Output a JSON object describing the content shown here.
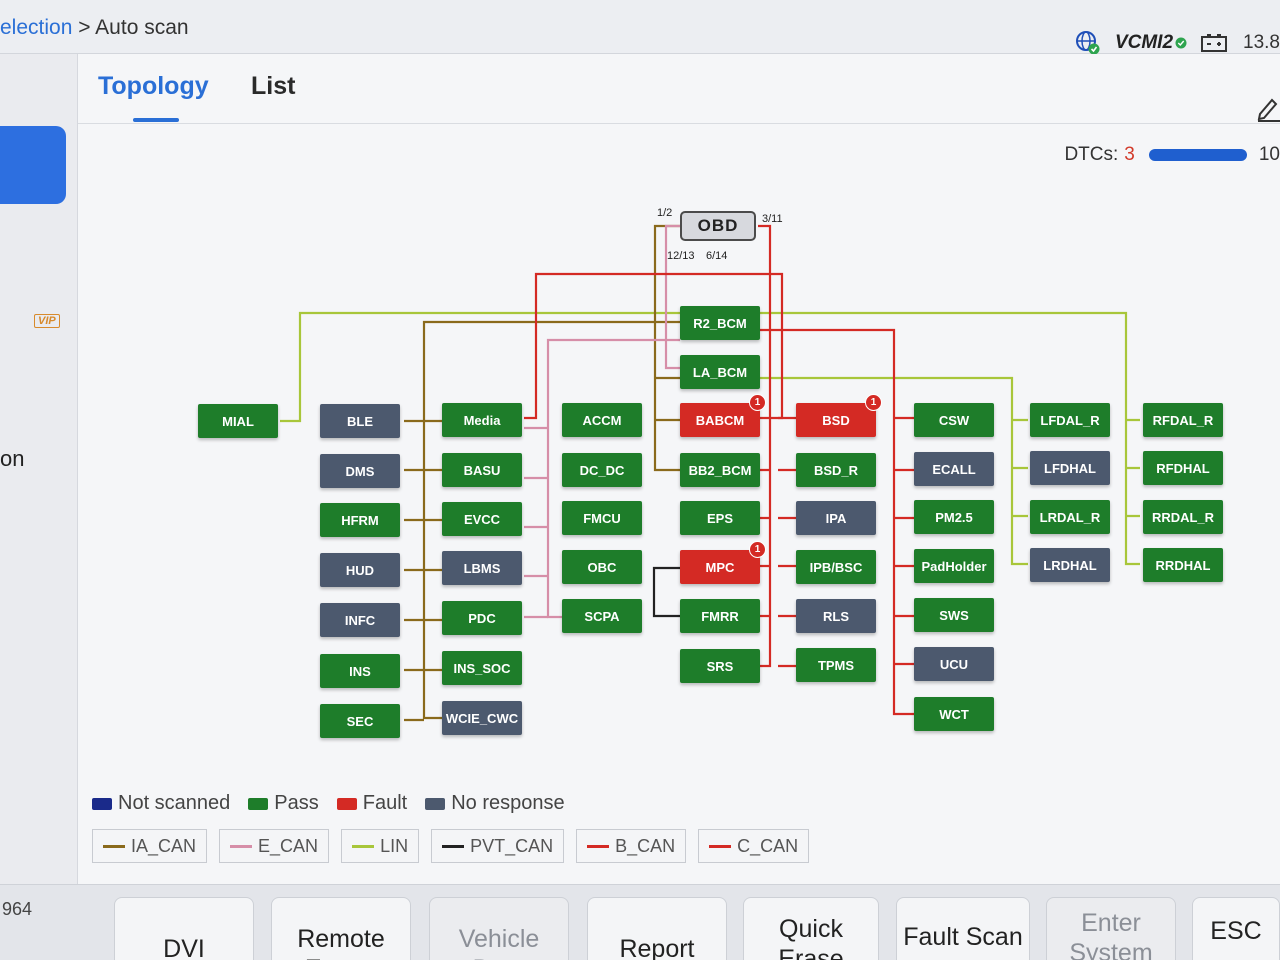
{
  "header": {
    "breadcrumb_prev": "election",
    "breadcrumb_sep": " > ",
    "breadcrumb_current": "Auto scan",
    "vcmi": "VCMI2",
    "voltage": "13.8"
  },
  "left": {
    "vip": "VIP",
    "label": "on"
  },
  "tabs": {
    "topology": "Topology",
    "list": "List"
  },
  "dtc": {
    "label": "DTCs:",
    "count": "3",
    "progress_label": "10"
  },
  "obd": {
    "label": "OBD",
    "pin_left": "1/2",
    "pin_right": "3/11",
    "pin_bottom_left": "12/13",
    "pin_bottom_right": "6/14"
  },
  "modules": [
    {
      "id": "MIAL",
      "label": "MIAL",
      "status": "pass"
    },
    {
      "id": "BLE",
      "label": "BLE",
      "status": "nores"
    },
    {
      "id": "DMS",
      "label": "DMS",
      "status": "nores"
    },
    {
      "id": "HFRM",
      "label": "HFRM",
      "status": "pass"
    },
    {
      "id": "HUD",
      "label": "HUD",
      "status": "nores"
    },
    {
      "id": "INFC",
      "label": "INFC",
      "status": "nores"
    },
    {
      "id": "INS",
      "label": "INS",
      "status": "pass"
    },
    {
      "id": "SEC",
      "label": "SEC",
      "status": "pass"
    },
    {
      "id": "Media",
      "label": "Media",
      "status": "pass"
    },
    {
      "id": "BASU",
      "label": "BASU",
      "status": "pass"
    },
    {
      "id": "EVCC",
      "label": "EVCC",
      "status": "pass"
    },
    {
      "id": "LBMS",
      "label": "LBMS",
      "status": "nores"
    },
    {
      "id": "PDC",
      "label": "PDC",
      "status": "pass"
    },
    {
      "id": "INS_SOC",
      "label": "INS_SOC",
      "status": "pass"
    },
    {
      "id": "WCIE_CWC",
      "label": "WCIE_CWC",
      "status": "nores"
    },
    {
      "id": "ACCM",
      "label": "ACCM",
      "status": "pass"
    },
    {
      "id": "DC_DC",
      "label": "DC_DC",
      "status": "pass"
    },
    {
      "id": "FMCU",
      "label": "FMCU",
      "status": "pass"
    },
    {
      "id": "OBC",
      "label": "OBC",
      "status": "pass"
    },
    {
      "id": "SCPA",
      "label": "SCPA",
      "status": "pass"
    },
    {
      "id": "R2_BCM",
      "label": "R2_BCM",
      "status": "pass"
    },
    {
      "id": "LA_BCM",
      "label": "LA_BCM",
      "status": "pass"
    },
    {
      "id": "BABCM",
      "label": "BABCM",
      "status": "fault",
      "badge": "1"
    },
    {
      "id": "BB2_BCM",
      "label": "BB2_BCM",
      "status": "pass"
    },
    {
      "id": "EPS",
      "label": "EPS",
      "status": "pass"
    },
    {
      "id": "MPC",
      "label": "MPC",
      "status": "fault",
      "badge": "1"
    },
    {
      "id": "FMRR",
      "label": "FMRR",
      "status": "pass"
    },
    {
      "id": "SRS",
      "label": "SRS",
      "status": "pass"
    },
    {
      "id": "BSD",
      "label": "BSD",
      "status": "fault",
      "badge": "1"
    },
    {
      "id": "BSD_R",
      "label": "BSD_R",
      "status": "pass"
    },
    {
      "id": "IPA",
      "label": "IPA",
      "status": "nores"
    },
    {
      "id": "IPB_BSC",
      "label": "IPB/BSC",
      "status": "pass"
    },
    {
      "id": "RLS",
      "label": "RLS",
      "status": "nores"
    },
    {
      "id": "TPMS",
      "label": "TPMS",
      "status": "pass"
    },
    {
      "id": "CSW",
      "label": "CSW",
      "status": "pass"
    },
    {
      "id": "ECALL",
      "label": "ECALL",
      "status": "nores"
    },
    {
      "id": "PM2_5",
      "label": "PM2.5",
      "status": "pass"
    },
    {
      "id": "PadHolder",
      "label": "PadHolder",
      "status": "pass"
    },
    {
      "id": "SWS",
      "label": "SWS",
      "status": "pass"
    },
    {
      "id": "UCU",
      "label": "UCU",
      "status": "nores"
    },
    {
      "id": "WCT",
      "label": "WCT",
      "status": "pass"
    },
    {
      "id": "LFDAL_R",
      "label": "LFDAL_R",
      "status": "pass"
    },
    {
      "id": "LFDHAL",
      "label": "LFDHAL",
      "status": "nores"
    },
    {
      "id": "LRDAL_R",
      "label": "LRDAL_R",
      "status": "pass"
    },
    {
      "id": "LRDHAL",
      "label": "LRDHAL",
      "status": "nores"
    },
    {
      "id": "RFDAL_R",
      "label": "RFDAL_R",
      "status": "pass"
    },
    {
      "id": "RFDHAL",
      "label": "RFDHAL",
      "status": "pass"
    },
    {
      "id": "RRDAL_R",
      "label": "RRDAL_R",
      "status": "pass"
    },
    {
      "id": "RRDHAL",
      "label": "RRDHAL",
      "status": "pass"
    }
  ],
  "legend": {
    "status": [
      {
        "label": "Not scanned",
        "color": "#1a2a8a"
      },
      {
        "label": "Pass",
        "color": "#1e7d2a"
      },
      {
        "label": "Fault",
        "color": "#d42a24"
      },
      {
        "label": "No response",
        "color": "#4c596e"
      }
    ],
    "buses": [
      {
        "label": "IA_CAN",
        "color": "#8a6a1c"
      },
      {
        "label": "E_CAN",
        "color": "#d68ea8"
      },
      {
        "label": "LIN",
        "color": "#a8c63a"
      },
      {
        "label": "PVT_CAN",
        "color": "#222222"
      },
      {
        "label": "B_CAN",
        "color": "#d42a24"
      },
      {
        "label": "C_CAN",
        "color": "#d42a24"
      }
    ]
  },
  "bottom": {
    "left_number": "964",
    "buttons": [
      {
        "label": "DVI",
        "enabled": true
      },
      {
        "label": "Remote\nExpert",
        "enabled": true
      },
      {
        "label": "Vehicle\nData",
        "enabled": false
      },
      {
        "label": "Report",
        "enabled": true
      },
      {
        "label": "Quick\nErase",
        "enabled": true
      },
      {
        "label": "Fault Scan",
        "enabled": true
      },
      {
        "label": "Enter\nSystem",
        "enabled": false
      },
      {
        "label": "ESC",
        "enabled": true
      }
    ]
  },
  "colors": {
    "accent": "#2a6fd6",
    "pass": "#1e7d2a",
    "fault": "#d42a24",
    "no_response": "#4c596e",
    "not_scanned": "#1a2a8a"
  }
}
